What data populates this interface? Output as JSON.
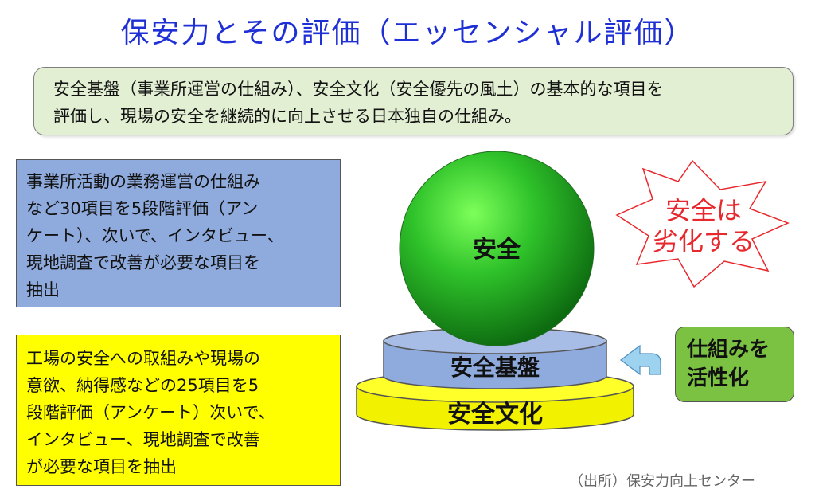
{
  "title": "保安力とその評価（エッセンシャル評価）",
  "summary": {
    "line1": "安全基盤（事業所運営の仕組み）、安全文化（安全優先の風土）の基本的な項目を",
    "line2": "評価し、現場の安全を継続的に向上させる日本独自の仕組み。"
  },
  "foundation_box": {
    "line1": "事業所活動の業務運営の仕組み",
    "line2": "など30項目を5段階評価（アン",
    "line3": "ケート）、次いで、インタビュー、",
    "line4": "現地調査で改善が必要な項目を",
    "line5": "抽出"
  },
  "culture_box": {
    "line1": "工場の安全への取組みや現場の",
    "line2": "意欲、納得感などの25項目を5",
    "line3": "段階評価（アンケート）次いで、",
    "line4": "インタビュー、現地調査で改善",
    "line5": "が必要な項目を抽出"
  },
  "diagram": {
    "sphere_label": "安全",
    "base_label": "安全基盤",
    "culture_label": "安全文化",
    "warning_line1": "安全は",
    "warning_line2": "劣化する"
  },
  "activate_box": {
    "line1": "仕組みを",
    "line2": "活性化"
  },
  "source": "（出所）保安力向上センター",
  "colors": {
    "title": "#1f2fd6",
    "summary_bg": "#e2efd3",
    "blue_box": "#8faadc",
    "yellow_box": "#ffff00",
    "green_box": "#7cc242",
    "sphere": "#2db52d",
    "warning": "#e8282d",
    "arrow": "#9dd3ef"
  },
  "icons": [
    "curved-arrow-icon",
    "star-burst-icon"
  ]
}
